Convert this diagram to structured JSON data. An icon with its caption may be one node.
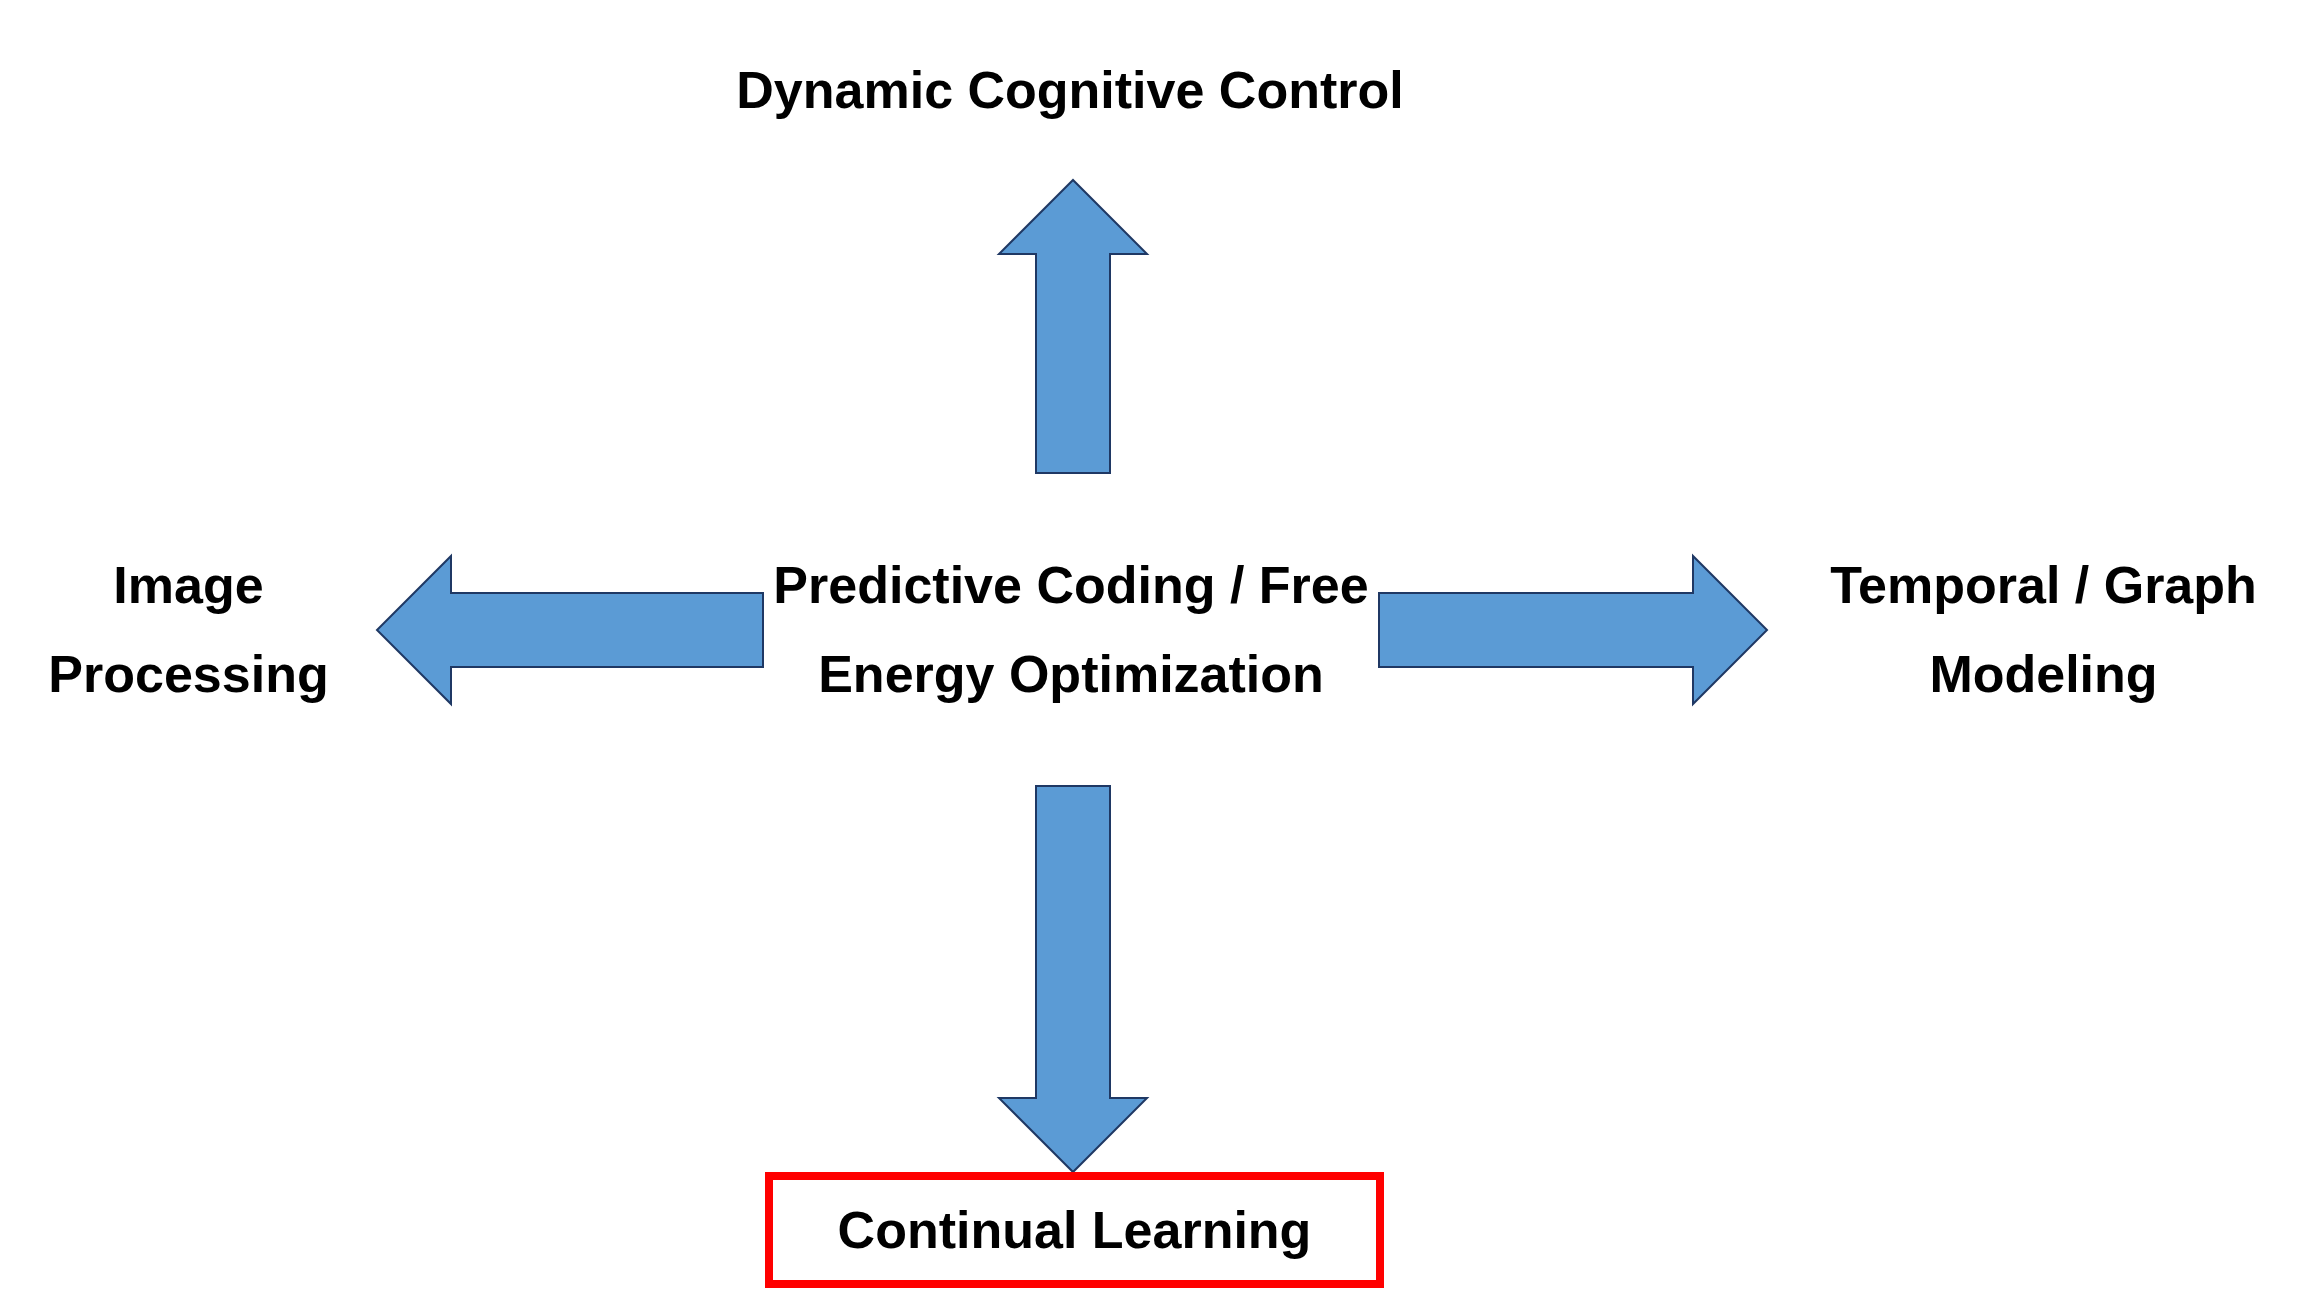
{
  "diagram": {
    "nodes": [
      {
        "text": [
          "Dynamic Cognitive Control"
        ]
      },
      {
        "text": [
          "Image Processing"
        ]
      },
      {
        "text": [
          "Predictive Coding / Free Energy Optimization"
        ]
      },
      {
        "text": [
          "Temporal / Graph Modeling"
        ]
      },
      {
        "text": [
          "Continual Learning"
        ]
      }
    ],
    "edges": [
      {
        "from": 2,
        "to": 0,
        "arrow": "to"
      },
      {
        "from": 2,
        "to": 1,
        "arrow": "to"
      },
      {
        "from": 2,
        "to": 3,
        "arrow": "to"
      },
      {
        "from": 2,
        "to": 4,
        "arrow": "to"
      }
    ]
  }
}
